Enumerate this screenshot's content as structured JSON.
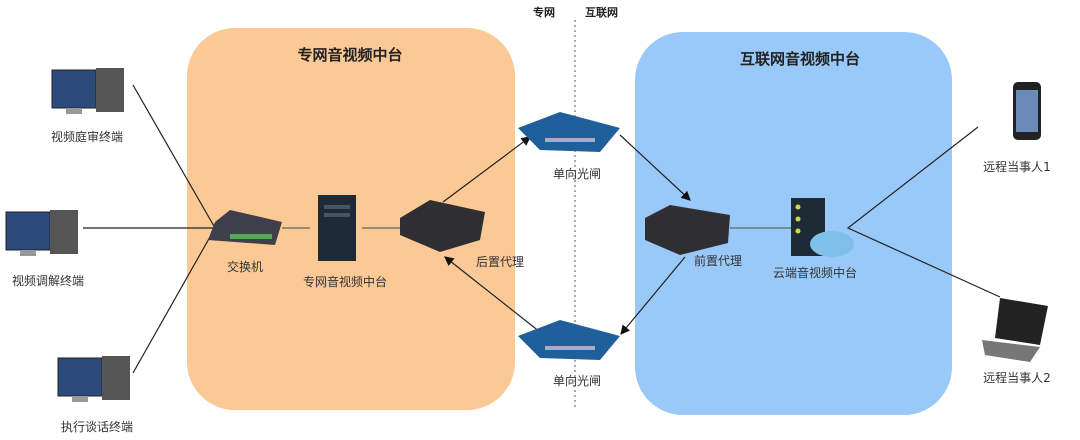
{
  "network_labels": {
    "private": "专网",
    "internet": "互联网"
  },
  "zones": {
    "private": {
      "title": "专网音视频中台",
      "color": "#fbc996"
    },
    "internet": {
      "title": "互联网音视频中台",
      "color": "#99c9f9"
    }
  },
  "nodes": {
    "terminal1": "视频庭审终端",
    "terminal2": "视频调解终端",
    "terminal3": "执行谈话终端",
    "switch": "交换机",
    "private_platform": "专网音视频中台",
    "rear_proxy": "后置代理",
    "gateway_top": "单向光闸",
    "gateway_bottom": "单向光闸",
    "front_proxy": "前置代理",
    "cloud_platform": "云端音视频中台",
    "remote1": "远程当事人1",
    "remote2": "远程当事人2"
  }
}
